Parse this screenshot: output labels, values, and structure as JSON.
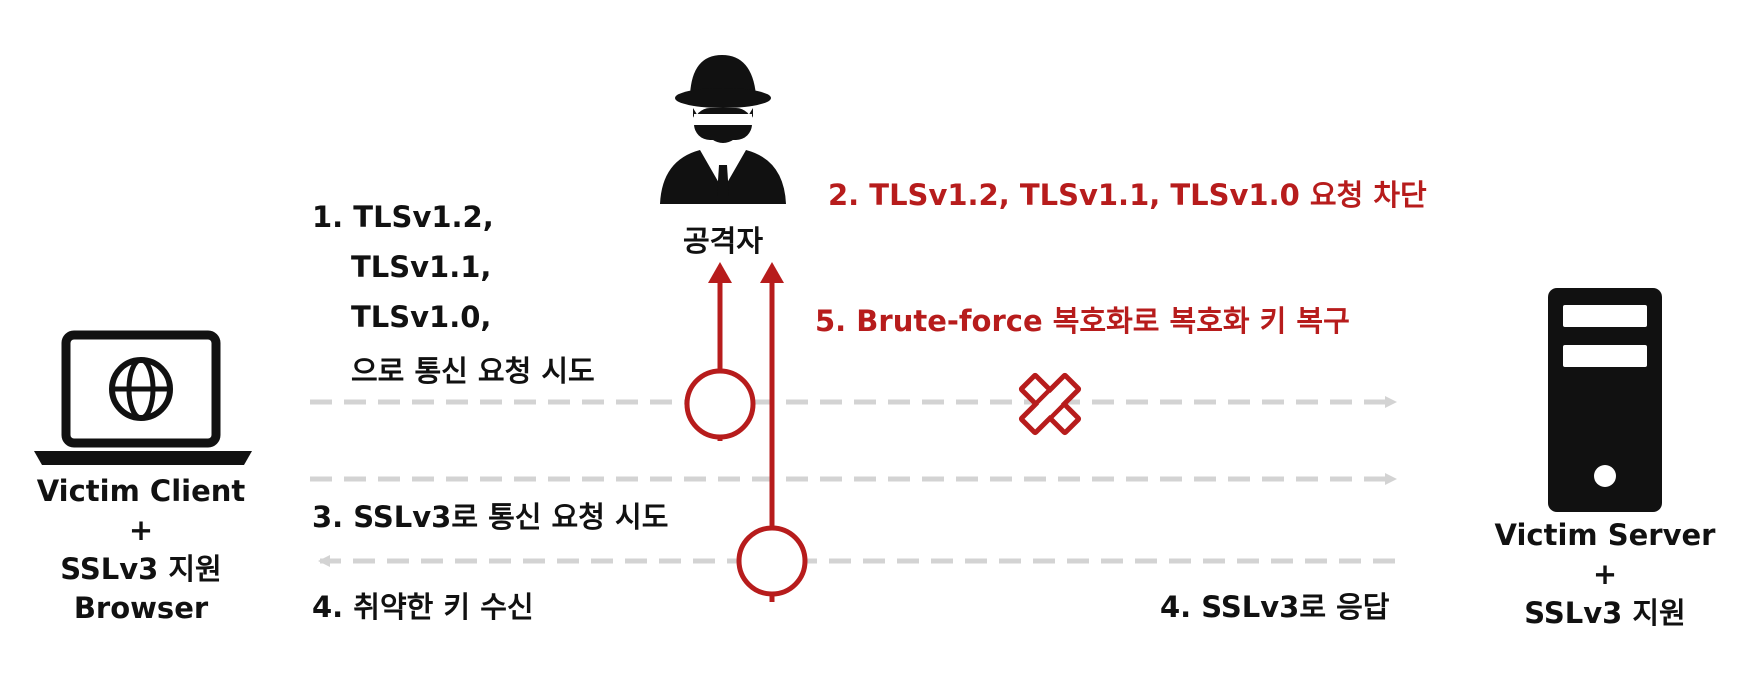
{
  "colors": {
    "attack_red": "#b71c1c",
    "dashed_gray": "#d3d3d3",
    "ink": "#111111"
  },
  "icons": {
    "client": "laptop-globe-icon",
    "attacker": "hat-spy-icon",
    "server": "server-tower-icon",
    "blocked": "red-x-icon"
  },
  "attacker": {
    "label": "공격자"
  },
  "client": {
    "lines": [
      "Victim Client",
      "+",
      "SSLv3 지원",
      "Browser"
    ]
  },
  "server": {
    "lines": [
      "Victim Server",
      "+",
      "SSLv3 지원"
    ]
  },
  "steps": {
    "s1": [
      "1. TLSv1.2,",
      "TLSv1.1,",
      "TLSv1.0,",
      "으로 통신 요청 시도"
    ],
    "s2": "2. TLSv1.2, TLSv1.1, TLSv1.0 요청 차단",
    "s3": "3. SSLv3로 통신 요청 시도",
    "s4_client": "4. 취약한 키 수신",
    "s4_server": "4. SSLv3로 응답",
    "s5": "5. Brute-force 복호화로 복호화 키 복구"
  }
}
